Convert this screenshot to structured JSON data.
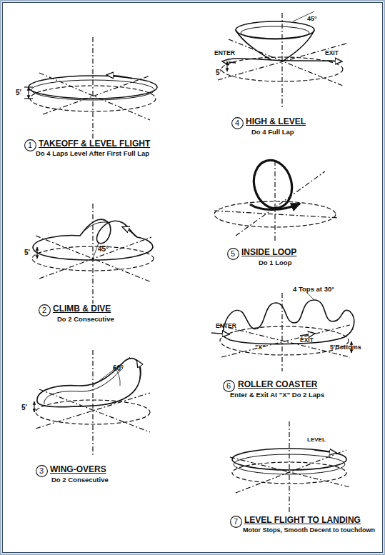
{
  "diagram": {
    "nodes": [
      {
        "text": [
          "1"
        ]
      },
      {
        "text": [
          "2"
        ]
      },
      {
        "text": [
          "3"
        ]
      },
      {
        "text": [
          "4"
        ]
      },
      {
        "text": [
          "5"
        ]
      },
      {
        "text": [
          "6"
        ]
      },
      {
        "text": [
          "7"
        ]
      }
    ],
    "labels": [
      "5'",
      "TAKEOFF & LEVEL FLIGHT",
      "Do 4 Laps Level After First Full Lap",
      "45°",
      "5'",
      "CLIMB & DIVE",
      "Do 2 Consecutive",
      "60°",
      "5'",
      "WING-OVERS",
      "Do 2 Consecutive",
      "45°",
      "ENTER",
      "EXIT",
      "5'",
      "HIGH & LEVEL",
      "Do 4 Full Lap",
      "INSIDE LOOP",
      "Do 1 Loop",
      "4 Tops at 30°",
      "ENTER",
      "\"X\"",
      "EXIT",
      "5'Bottoms",
      "ROLLER COASTER",
      "Enter & Exit At \"X\" Do 2 Laps",
      "LEVEL",
      "LEVEL FLIGHT TO LANDING",
      "Motor Stops, Smooth Decent to touchdown"
    ]
  }
}
